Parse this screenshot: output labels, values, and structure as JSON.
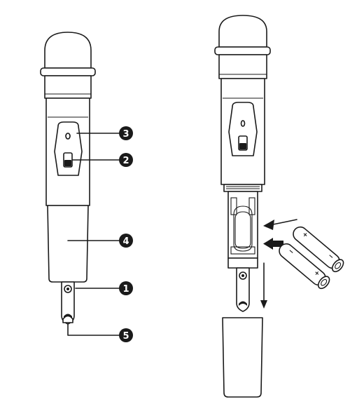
{
  "callouts": [
    {
      "id": "c1",
      "label": "1"
    },
    {
      "id": "c2",
      "label": "2"
    },
    {
      "id": "c3",
      "label": "3"
    },
    {
      "id": "c4",
      "label": "4"
    },
    {
      "id": "c5",
      "label": "5"
    }
  ],
  "battery_marks": {
    "plus": "+",
    "minus": "−"
  },
  "colors": {
    "line": "#1a1a1a",
    "background": "#ffffff",
    "badge": "#1a1a1a",
    "badge_text": "#ffffff"
  },
  "icons": [
    "microphone-illustration",
    "battery-illustration",
    "insert-arrow-icon",
    "curved-arrow-icon",
    "down-arrow-icon"
  ]
}
